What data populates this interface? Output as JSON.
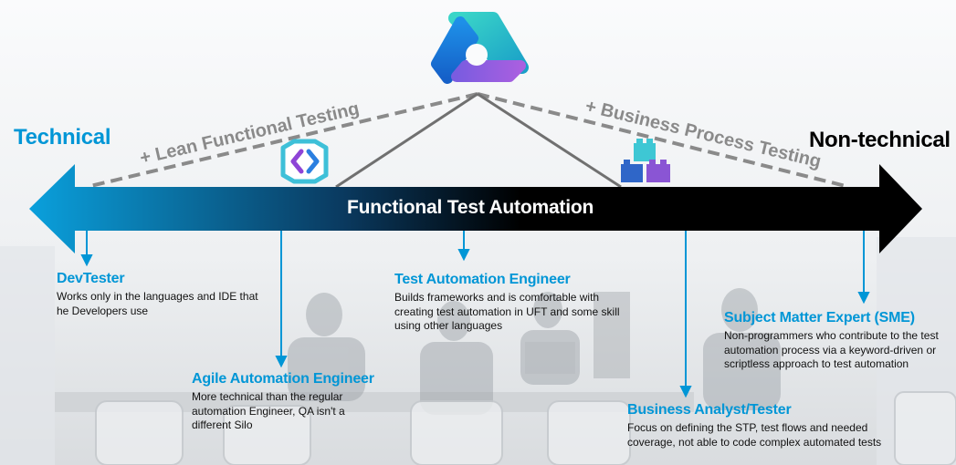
{
  "left_label": "Technical",
  "right_label": "Non-technical",
  "axis_label": "Functional Test Automation",
  "branch_left_label": "+ Lean Functional Testing",
  "branch_right_label": "+ Business Process Testing",
  "icons": {
    "top": "triangle-logo-icon",
    "left": "code-brackets-hexagon-icon",
    "right": "building-blocks-icon"
  },
  "colors": {
    "accent_blue": "#0096d6",
    "arrow_dark": "#000000",
    "dashed_gray": "#8a8a8a",
    "purple": "#8e44d6",
    "teal": "#2bc4d0"
  },
  "roles": [
    {
      "title": "DevTester",
      "desc": "Works only in the languages and IDE that he Developers use"
    },
    {
      "title": "Agile Automation Engineer",
      "desc": "More technical than the regular automation Engineer, QA isn't a different Silo"
    },
    {
      "title": "Test Automation Engineer",
      "desc": "Builds frameworks and is comfortable with creating test automation in UFT and some skill using other languages"
    },
    {
      "title": "Business Analyst/Tester",
      "desc": "Focus on defining the STP, test flows and needed coverage, not able to code complex automated tests"
    },
    {
      "title": "Subject Matter Expert (SME)",
      "desc": "Non-programmers who contribute to the test automation process via a keyword-driven or scriptless approach to test automation"
    }
  ]
}
